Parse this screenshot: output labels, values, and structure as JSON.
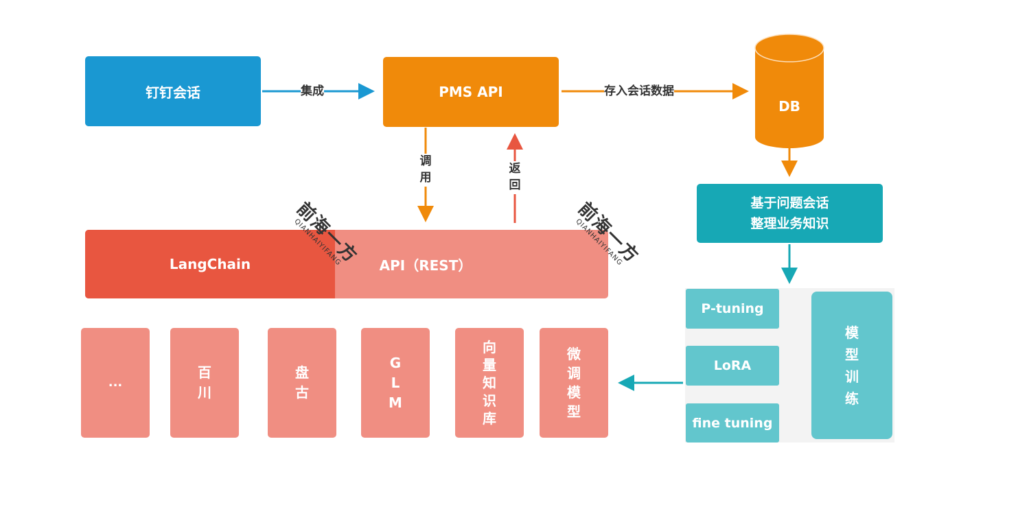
{
  "colors": {
    "blue": "#1a98d2",
    "orange": "#f08a0a",
    "teal": "#17a8b5",
    "teal_light": "#62c6cd",
    "red": "#e85640",
    "salmon": "#f08e82",
    "arrow_red": "#e85640",
    "panel_bg": "#f3f3f3"
  },
  "nodes": {
    "dingtalk": "钉钉会话",
    "pms_api": "PMS API",
    "db": "DB",
    "knowledge": [
      "基于问题会话",
      "整理业务知识"
    ],
    "langchain": "LangChain",
    "api_rest": "API（REST）",
    "model_training": [
      "模",
      "型",
      "训",
      "练"
    ],
    "ptuning": "P-tuning",
    "lora": "LoRA",
    "finetuning": "fine tuning"
  },
  "edges": {
    "integrate": "集成",
    "store": "存入会话数据",
    "call": [
      "调",
      "用"
    ],
    "return": [
      "返",
      "回"
    ]
  },
  "models": [
    {
      "chars": [
        "..."
      ]
    },
    {
      "chars": [
        "百",
        "川"
      ]
    },
    {
      "chars": [
        "盘",
        "古"
      ]
    },
    {
      "chars": [
        "G",
        "L",
        "M"
      ]
    },
    {
      "chars": [
        "向",
        "量",
        "知",
        "识",
        "库"
      ]
    },
    {
      "chars": [
        "微",
        "调",
        "模",
        "型"
      ]
    }
  ],
  "watermark": {
    "cn": "前海一方",
    "en": "QIANHAIYIFANG"
  }
}
